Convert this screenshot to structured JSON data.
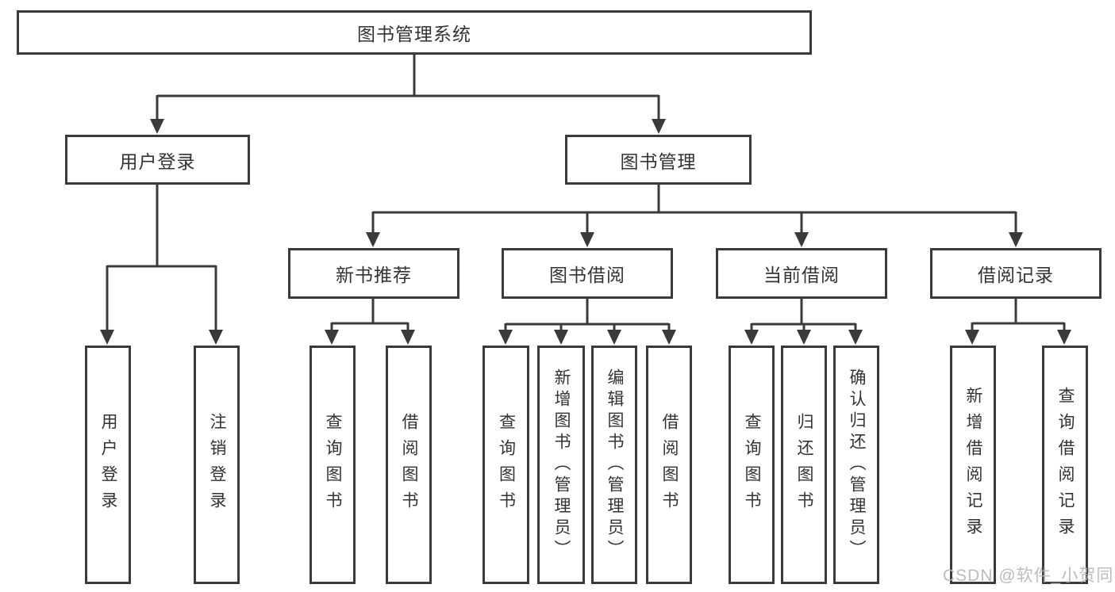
{
  "diagram": {
    "root": {
      "label": "图书管理系统"
    },
    "level2": [
      {
        "label": "用户登录"
      },
      {
        "label": "图书管理"
      }
    ],
    "level3": [
      {
        "label": "新书推荐"
      },
      {
        "label": "图书借阅"
      },
      {
        "label": "当前借阅"
      },
      {
        "label": "借阅记录"
      }
    ],
    "leaves": [
      {
        "label": "用户登录",
        "parent": "用户登录"
      },
      {
        "label": "注销登录",
        "parent": "用户登录"
      },
      {
        "label": "查询图书",
        "parent": "新书推荐"
      },
      {
        "label": "借阅图书",
        "parent": "新书推荐"
      },
      {
        "label": "查询图书",
        "parent": "图书借阅"
      },
      {
        "label": "新增图书（管理员）",
        "parent": "图书借阅"
      },
      {
        "label": "编辑图书（管理员）",
        "parent": "图书借阅"
      },
      {
        "label": "借阅图书",
        "parent": "图书借阅"
      },
      {
        "label": "查询图书",
        "parent": "当前借阅"
      },
      {
        "label": "归还图书",
        "parent": "当前借阅"
      },
      {
        "label": "确认归还（管理员）",
        "parent": "当前借阅"
      },
      {
        "label": "新增借阅记录",
        "parent": "借阅记录"
      },
      {
        "label": "查询借阅记录",
        "parent": "借阅记录"
      }
    ]
  },
  "watermark": {
    "text": "CSDN @软件_小贺同学"
  },
  "colors": {
    "line": "#3a3a3a",
    "box_border": "#3a3a3a",
    "text": "#333333",
    "watermark": "#b5b5b5",
    "background": "#ffffff"
  }
}
